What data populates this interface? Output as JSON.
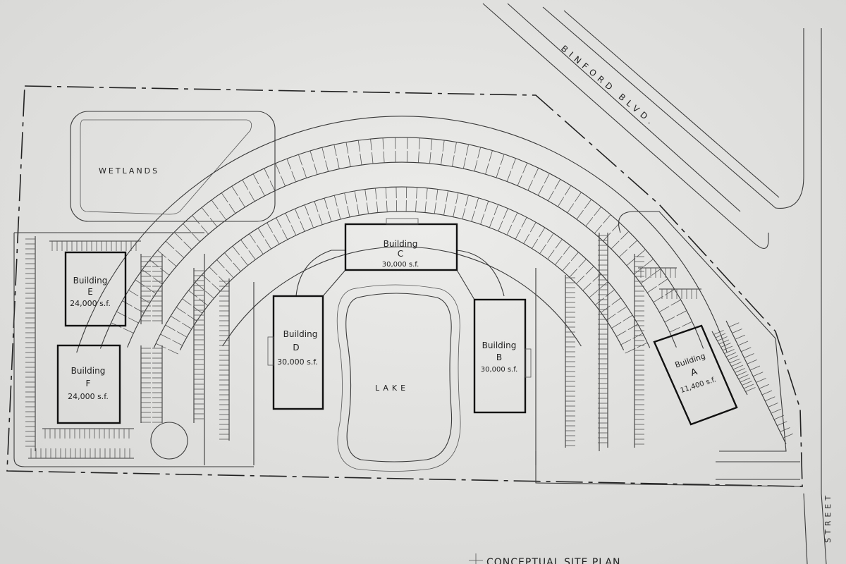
{
  "title": "CONCEPTUAL SITE PLAN",
  "roads": {
    "binford": "BINFORD BLVD.",
    "street": "STREET"
  },
  "wetlands": "WETLANDS",
  "lake": "LAKE",
  "buildings": [
    {
      "id": "A",
      "label": "Building",
      "letter": "A",
      "area": "11,400 s.f."
    },
    {
      "id": "B",
      "label": "Building",
      "letter": "B",
      "area": "30,000 s.f."
    },
    {
      "id": "C",
      "label": "Building",
      "letter": "C",
      "area": "30,000 s.f."
    },
    {
      "id": "D",
      "label": "Building",
      "letter": "D",
      "area": "30,000 s.f."
    },
    {
      "id": "E",
      "label": "Building",
      "letter": "E",
      "area": "24,000 s.f."
    },
    {
      "id": "F",
      "label": "Building",
      "letter": "F",
      "area": "24,000 s.f."
    }
  ],
  "colors": {
    "paper": "#e4e4e2",
    "ink": "#222222"
  }
}
